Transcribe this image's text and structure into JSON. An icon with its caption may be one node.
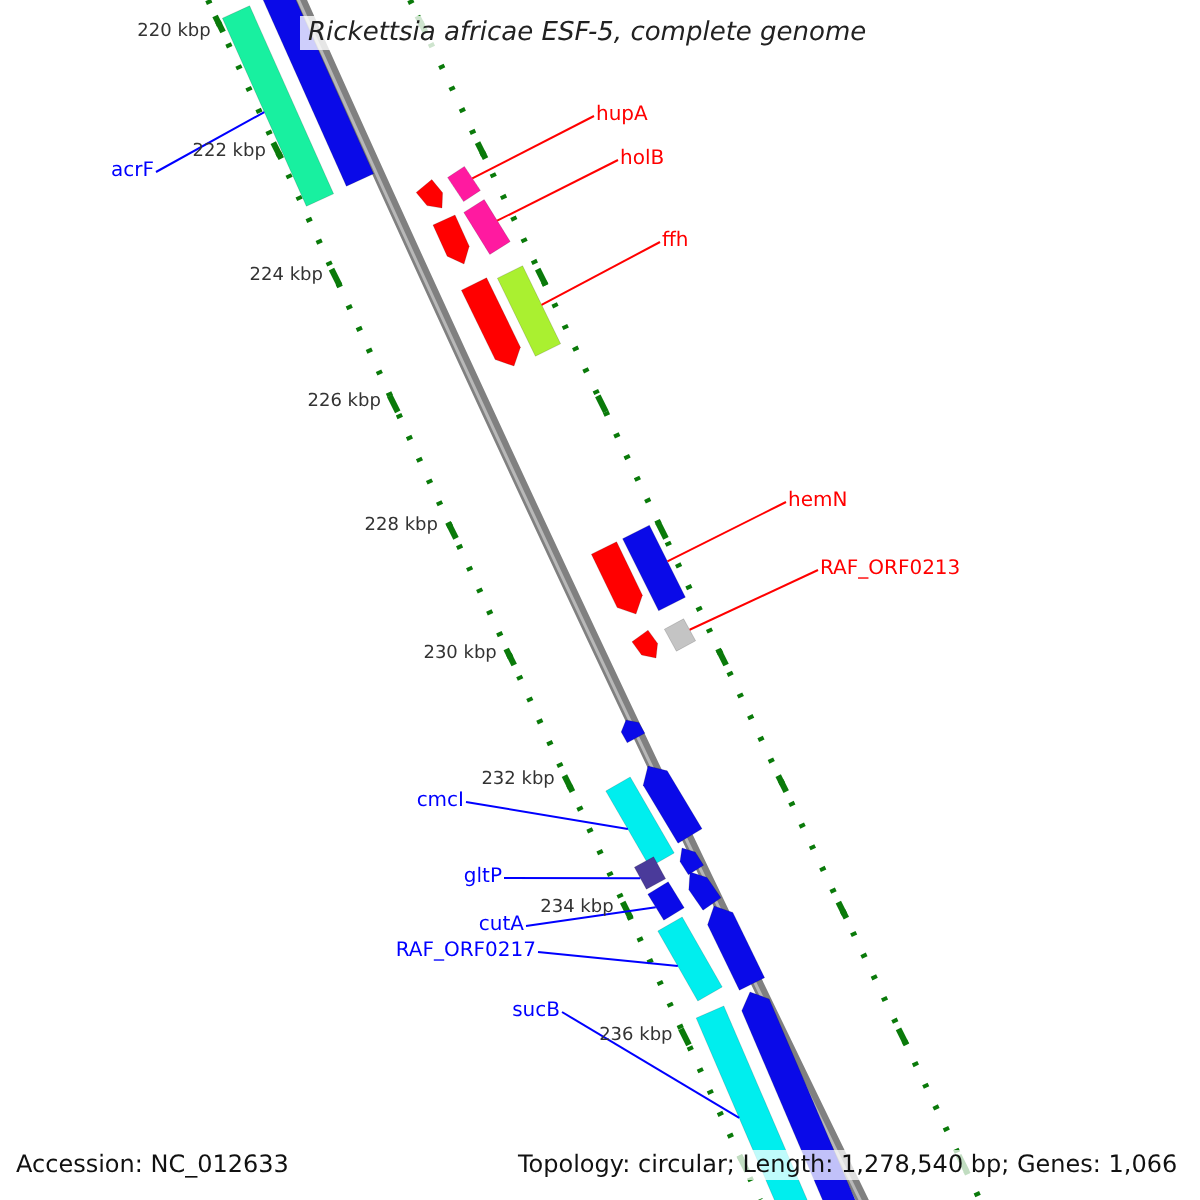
{
  "diagram": {
    "title": "Rickettsia africae ESF-5, complete genome",
    "nodes": [
      {
        "text": [
          "hupA"
        ]
      },
      {
        "text": [
          "holB"
        ]
      },
      {
        "text": [
          "acrF"
        ]
      },
      {
        "text": [
          "ffh"
        ]
      },
      {
        "text": [
          "hemN"
        ]
      },
      {
        "text": [
          "RAF_ORF0213"
        ]
      },
      {
        "text": [
          "cmcI"
        ]
      },
      {
        "text": [
          "gltP"
        ]
      },
      {
        "text": [
          "cutA"
        ]
      },
      {
        "text": [
          "RAF_ORF0217"
        ]
      },
      {
        "text": [
          "sucB"
        ]
      },
      {
        "text": [],
        "shape": "bar"
      },
      {
        "text": [],
        "shape": "bar"
      },
      {
        "text": [],
        "shape": "bar"
      },
      {
        "text": [],
        "shape": "bar"
      },
      {
        "text": [],
        "shape": "bar"
      },
      {
        "text": [],
        "shape": "bar"
      },
      {
        "text": [],
        "shape": "bar"
      },
      {
        "text": [],
        "shape": "bar"
      },
      {
        "text": [],
        "shape": "bar"
      },
      {
        "text": [],
        "shape": "bar"
      },
      {
        "text": [],
        "shape": "bar"
      },
      {
        "text": [],
        "shape": "bar"
      },
      {
        "text": [],
        "shape": "bar"
      },
      {
        "text": [],
        "shape": "bar"
      },
      {
        "text": [],
        "shape": "bar"
      },
      {
        "text": [],
        "shape": "bar"
      },
      {
        "text": [],
        "shape": "bar"
      },
      {
        "text": [],
        "shape": "bar"
      },
      {
        "text": [],
        "shape": "bar"
      },
      {
        "text": [],
        "shape": "bar"
      },
      {
        "text": [],
        "shape": "bar"
      },
      {
        "text": [],
        "shape": "bar"
      },
      {
        "text": [],
        "shape": "bar"
      }
    ],
    "edges": [
      {
        "from": 0,
        "to": 14,
        "arrow": "none",
        "color": "#ff0000"
      },
      {
        "from": 1,
        "to": 16,
        "arrow": "none",
        "color": "#ff0000"
      },
      {
        "from": 2,
        "to": 11,
        "arrow": "none"
      },
      {
        "from": 3,
        "to": 18,
        "arrow": "none",
        "color": "#ff0000"
      },
      {
        "from": 4,
        "to": 20,
        "arrow": "none",
        "color": "#ff0000"
      },
      {
        "from": 5,
        "to": 22,
        "arrow": "none",
        "color": "#ff0000"
      },
      {
        "from": 6,
        "to": 24,
        "arrow": "none"
      },
      {
        "from": 7,
        "to": 27,
        "arrow": "none"
      },
      {
        "from": 8,
        "to": 29,
        "arrow": "none"
      },
      {
        "from": 9,
        "to": 30,
        "arrow": "none"
      },
      {
        "from": 10,
        "to": 32,
        "arrow": "none"
      }
    ],
    "labels": [
      "220 kbp",
      "222 kbp",
      "224 kbp",
      "226 kbp",
      "228 kbp",
      "230 kbp",
      "232 kbp",
      "234 kbp",
      "236 kbp",
      "Accession: NC_012633",
      "Topology: circular; Length: 1,278,540 bp; Genes: 1,066"
    ]
  }
}
